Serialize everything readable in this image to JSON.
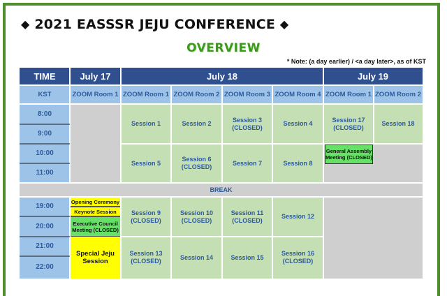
{
  "header": {
    "diamond": "◆",
    "title": "2021 EASSSR JEJU CONFERENCE",
    "overview": "OVERVIEW",
    "note": "* Note: (a day earlier) / <a day later>, as of KST"
  },
  "table": {
    "time_label": "TIME",
    "kst_label": "KST",
    "days": [
      "July 17",
      "July 18",
      "July 19"
    ],
    "rooms": [
      "ZOOM Room 1",
      "ZOOM Room 1",
      "ZOOM Room 2",
      "ZOOM Room 3",
      "ZOOM Room 4",
      "ZOOM Room 1",
      "ZOOM Room 2"
    ],
    "times": [
      "8:00",
      "9:00",
      "10:00",
      "11:00",
      "19:00",
      "20:00",
      "21:00",
      "22:00"
    ],
    "break_label": "BREAK",
    "sessions": {
      "s1": "Session 1",
      "s2": "Session 2",
      "s3a": "Session 3",
      "s3b": "(CLOSED)",
      "s4": "Session 4",
      "s17a": "Session 17",
      "s17b": "(CLOSED)",
      "s18": "Session 18",
      "s5": "Session 5",
      "s6a": "Session 6",
      "s6b": "(CLOSED)",
      "s7": "Session 7",
      "s8": "Session 8",
      "ga": "General Assembly Meeting (CLOSED)",
      "opening": "Opening Ceremony",
      "keynote": "Keynote Session",
      "exec": "Executive Council Meeting (CLOSED)",
      "s9a": "Session 9",
      "s9b": "(CLOSED)",
      "s10a": "Session 10",
      "s10b": "(CLOSED)",
      "s11a": "Session 11",
      "s11b": "(CLOSED)",
      "s12": "Session 12",
      "special": "Special Jeju Session",
      "s13a": "Session 13",
      "s13b": "(CLOSED)",
      "s14": "Session 14",
      "s15": "Session 15",
      "s16a": "Session 16",
      "s16b": "(CLOSED)"
    }
  }
}
